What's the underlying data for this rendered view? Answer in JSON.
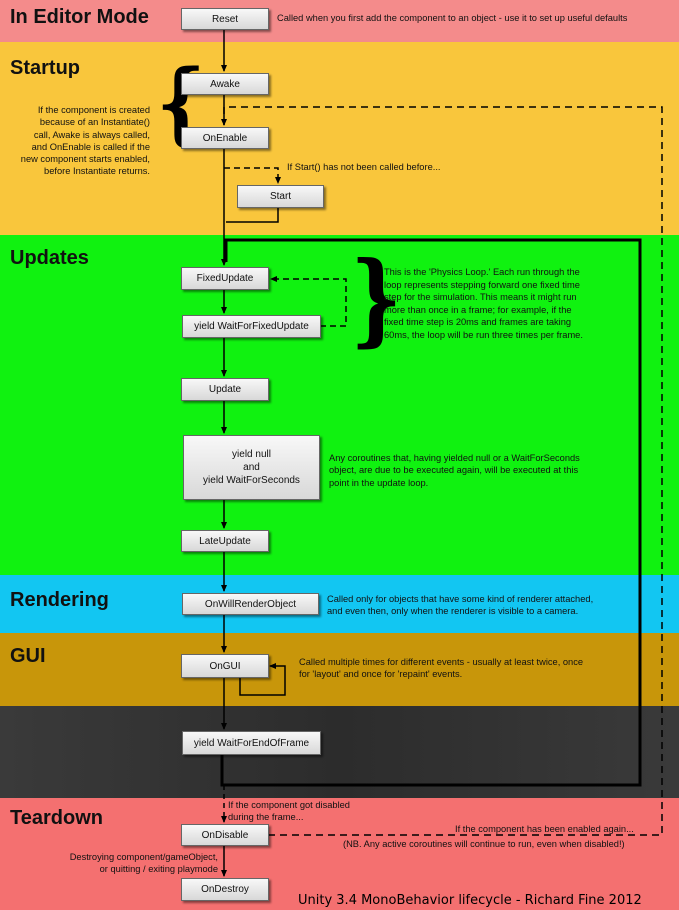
{
  "sections": {
    "editor": "In Editor Mode",
    "startup": "Startup",
    "updates": "Updates",
    "rendering": "Rendering",
    "gui": "GUI",
    "teardown": "Teardown"
  },
  "nodes": {
    "reset": "Reset",
    "awake": "Awake",
    "onenable": "OnEnable",
    "start": "Start",
    "fixedupdate": "FixedUpdate",
    "yield_fixed": "yield WaitForFixedUpdate",
    "update": "Update",
    "yield_null_1": "yield null",
    "yield_null_2": "and",
    "yield_null_3": "yield WaitForSeconds",
    "lateupdate": "LateUpdate",
    "onwillrender": "OnWillRenderObject",
    "ongui": "OnGUI",
    "yield_eof": "yield WaitForEndOfFrame",
    "ondisable": "OnDisable",
    "ondestroy": "OnDestroy"
  },
  "notes": {
    "reset": "Called when you first add the component to an object - use it to set up useful defaults",
    "startup_1": "If the component is created",
    "startup_2": "because of an Instantiate()",
    "startup_3": "call, Awake is always called,",
    "startup_4": "and OnEnable is called if the",
    "startup_5": "new component starts enabled,",
    "startup_6": "before Instantiate returns.",
    "start_cond": "If Start() has not been called before...",
    "physics_1": "This is the 'Physics Loop.' Each run through the",
    "physics_2": "loop represents stepping forward one fixed time",
    "physics_3": "step for the simulation. This means it might run",
    "physics_4": "more than once in a frame; for example, if the",
    "physics_5": "fixed time step is 20ms and frames are taking",
    "physics_6": "60ms, the loop will be run three times per frame.",
    "coroutine_1": "Any coroutines that, having yielded null or a WaitForSeconds",
    "coroutine_2": "object, are due to be executed again, will be executed at this",
    "coroutine_3": "point in the update loop.",
    "render_1": "Called only for objects that have some kind of renderer attached,",
    "render_2": "and even then, only when the renderer is visible to a camera.",
    "gui_1": "Called multiple times for different events - usually at least twice, once",
    "gui_2": "for 'layout' and once for 'repaint' events.",
    "disabled_1": "If the component got disabled",
    "disabled_2": "during the frame...",
    "reenabled_1": "If the component has been enabled again...",
    "reenabled_2": "(NB. Any active coroutines will continue to run, even when disabled!)",
    "destroy_1": "Destroying component/gameObject,",
    "destroy_2": "or quitting / exiting playmode"
  },
  "credit": "Unity 3.4 MonoBehavior lifecycle - Richard Fine 2012"
}
